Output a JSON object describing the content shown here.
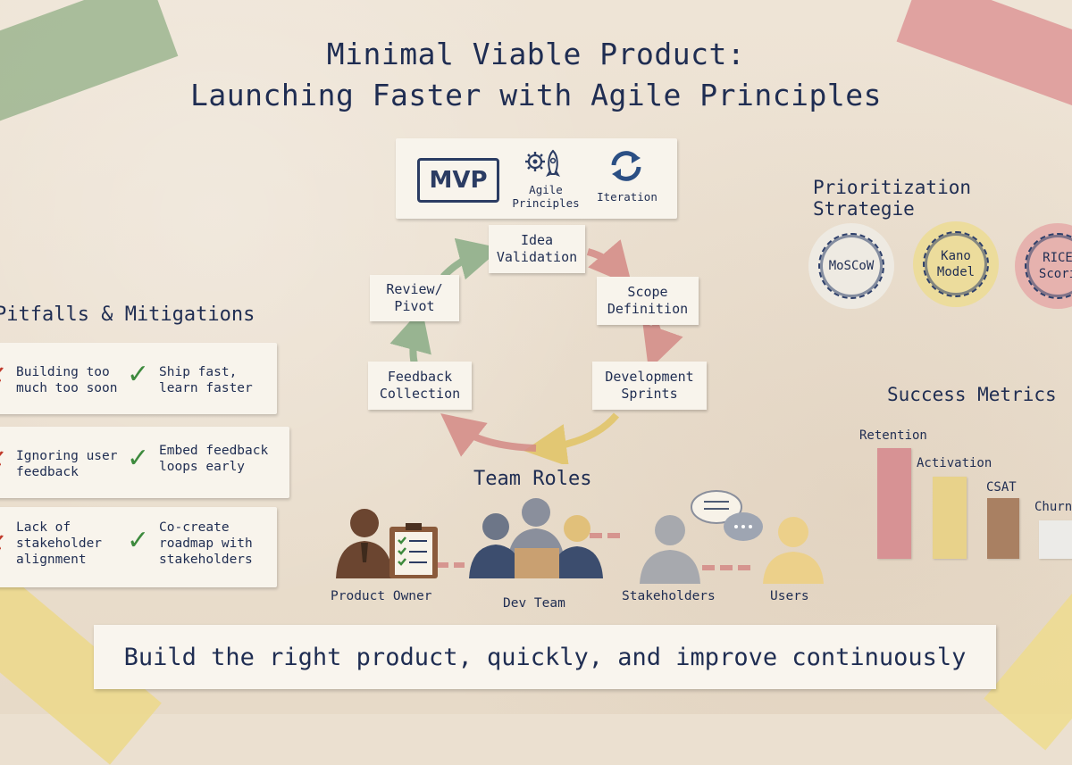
{
  "title": {
    "line1": "Minimal Viable Product:",
    "line2": "Launching Faster with Agile Principles"
  },
  "header_card": {
    "mvp": "MVP",
    "agile": "Agile\nPrinciples",
    "iteration": "Iteration",
    "icons": [
      "gear-rocket-icon",
      "refresh-cycle-icon"
    ]
  },
  "cycle": {
    "steps": [
      "Idea\nValidation",
      "Scope\nDefinition",
      "Development\nSprints",
      "Feedback\nCollection",
      "Review/\nPivot"
    ],
    "arrow_colors": [
      "#d48a86",
      "#d48a86",
      "#e6cf7a",
      "#d48a86",
      "#8fb08a"
    ]
  },
  "pitfalls": {
    "title": "Pitfalls & Mitigations",
    "rows": [
      {
        "pitfall": "Building too\nmuch too soon",
        "fix": "Ship fast,\nlearn faster"
      },
      {
        "pitfall": "Ignoring user\nfeedback",
        "fix": "Embed feedback\nloops early"
      },
      {
        "pitfall": "Lack of\nstakeholder\nalignment",
        "fix": "Co-create\nroadmap with\nstakeholders"
      }
    ]
  },
  "prioritization": {
    "title": "Prioritization Strategie",
    "stamps": [
      {
        "label": "MoSCoW",
        "color": "#eeeae2"
      },
      {
        "label": "Kano\nModel",
        "color": "#ecdc9c"
      },
      {
        "label": "RICE\nScori",
        "color": "#e6b2ae"
      }
    ]
  },
  "metrics": {
    "title": "Success Metrics",
    "labels": [
      "Retention",
      "Activation",
      "CSAT",
      "Churn"
    ],
    "colors": [
      "#d79294",
      "#e8d28a",
      "#a98062",
      "#ecebe8"
    ]
  },
  "team": {
    "title": "Team Roles",
    "roles": [
      "Product Owner",
      "Dev Team",
      "Stakeholders",
      "Users"
    ]
  },
  "banner": "Build the right product, quickly, and improve continuously"
}
